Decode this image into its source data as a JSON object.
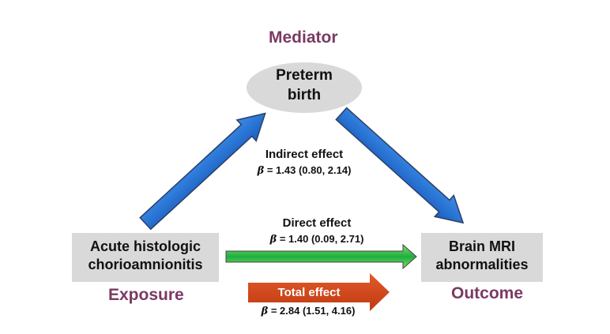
{
  "mediator": {
    "role": "Mediator",
    "name_line1": "Preterm",
    "name_line2": "birth"
  },
  "exposure": {
    "role": "Exposure",
    "name_line1": "Acute histologic",
    "name_line2": "chorioamnionitis"
  },
  "outcome": {
    "role": "Outcome",
    "name_line1": "Brain MRI",
    "name_line2": "abnormalities"
  },
  "effects": {
    "beta_symbol": "β",
    "indirect": {
      "title": "Indirect effect",
      "value": "= 1.43 (0.80, 2.14)"
    },
    "direct": {
      "title": "Direct effect",
      "value": "= 1.40 (0.09, 2.71)"
    },
    "total": {
      "title": "Total effect",
      "value": "= 2.84 (1.51,  4.16)"
    }
  },
  "colors": {
    "role_label": "#7a3a63",
    "node_fill": "#d9d9d9",
    "indirect_arrow": "#1f6fd1",
    "direct_arrow": "#22b24c",
    "total_arrow": "#d2451c"
  }
}
